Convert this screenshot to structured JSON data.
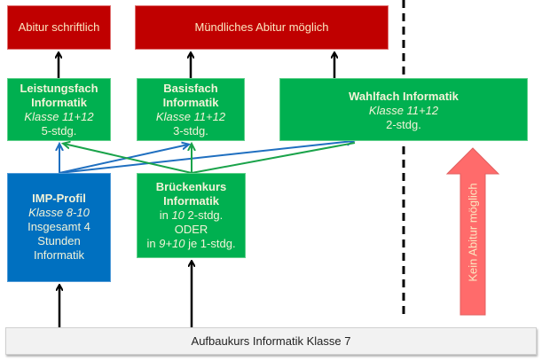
{
  "outcomes": {
    "written": "Abitur schriftlich",
    "oral": "Mündliches Abitur möglich"
  },
  "courses": {
    "leistungsfach": {
      "title1": "Leistungsfach",
      "title2": "Informatik",
      "grade": "Klasse 11+12",
      "hours": "5-stdg."
    },
    "basisfach": {
      "title1": "Basisfach",
      "title2": "Informatik",
      "grade": "Klasse 11+12",
      "hours": "3-stdg."
    },
    "wahlfach": {
      "title": "Wahlfach Informatik",
      "grade": "Klasse 11+12",
      "hours": "2-stdg."
    },
    "imp": {
      "title": "IMP-Profil",
      "grade": "Klasse 8-10",
      "line1": "Insgesamt 4",
      "line2": "Stunden",
      "line3": "Informatik"
    },
    "bruecke": {
      "title1": "Brückenkurs",
      "title2": "Informatik",
      "l1_pre": "in ",
      "l1_it": "10",
      "l1_post": " 2-stdg.",
      "or": "ODER",
      "l3_pre": "in ",
      "l3_it": "9+10",
      "l3_post": " je 1-stdg."
    }
  },
  "foundation": "Aufbaukurs Informatik Klasse 7",
  "no_abitur": "Kein Abitur möglich",
  "colors": {
    "red": "#c00000",
    "green": "#00b050",
    "blue": "#0070c0",
    "pink": "#ff6b6b",
    "foundation": "#f2f2f2"
  }
}
